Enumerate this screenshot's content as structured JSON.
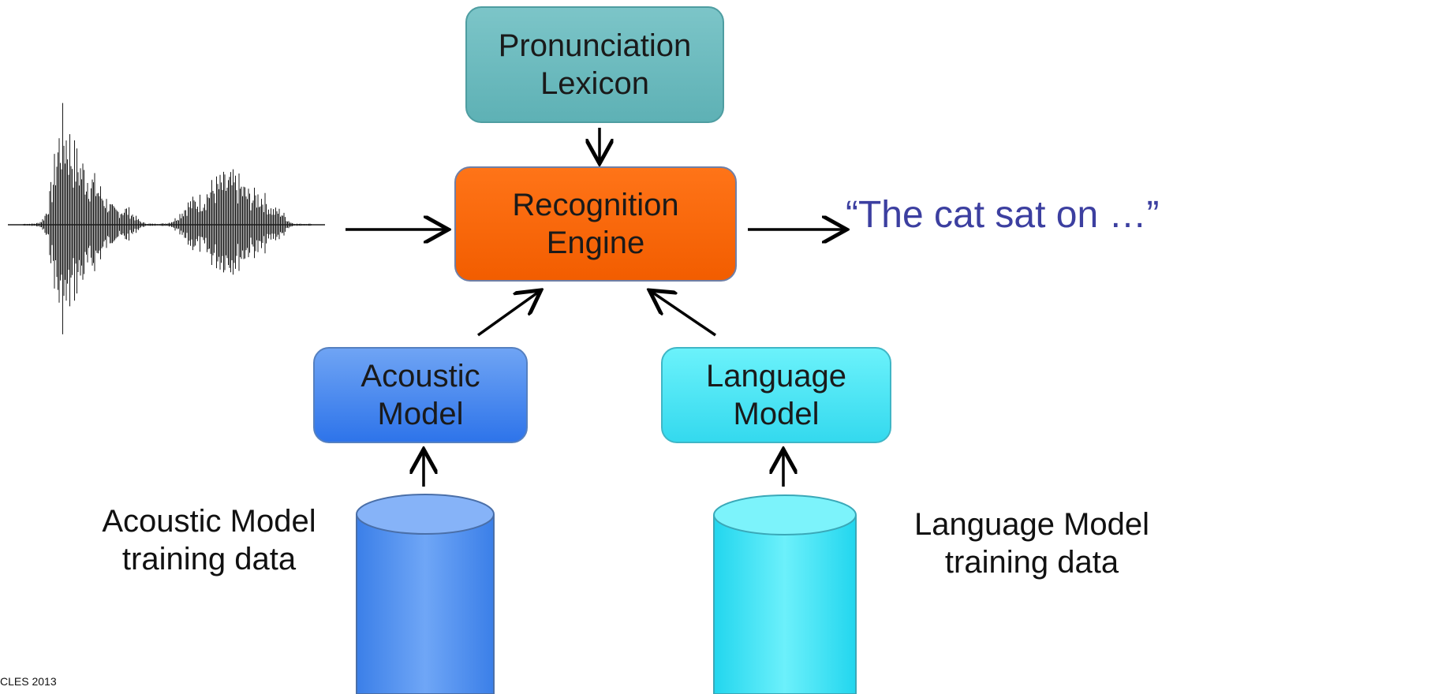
{
  "boxes": {
    "lexicon": [
      "Pronunciation",
      "Lexicon"
    ],
    "engine": [
      "Recognition",
      "Engine"
    ],
    "acoustic": [
      "Acoustic",
      "Model"
    ],
    "language": [
      "Language",
      "Model"
    ]
  },
  "captions": {
    "acoustic_data": [
      "Acoustic Model",
      "training data"
    ],
    "language_data": [
      "Language Model",
      "training data"
    ]
  },
  "output_text": "“The cat sat on …”",
  "footer": "CLES 2013"
}
